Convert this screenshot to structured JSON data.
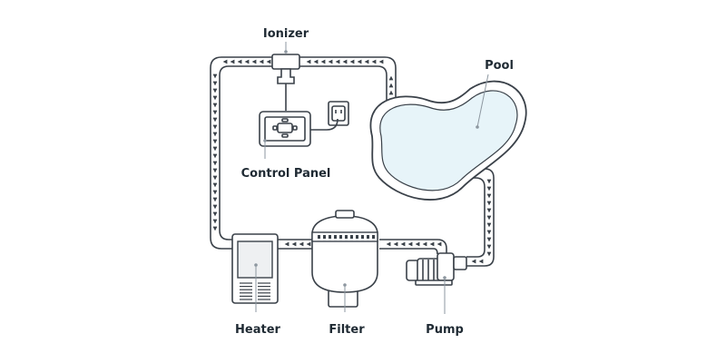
{
  "diagram": {
    "labels": {
      "ionizer": "Ionizer",
      "control_panel": "Control Panel",
      "pool": "Pool",
      "heater": "Heater",
      "filter": "Filter",
      "pump": "Pump"
    },
    "colors": {
      "ink": "#3a4149",
      "pool_water": "#e7f4f9",
      "equipment_window": "#eef0f2",
      "leader": "#8d97a0"
    },
    "flow_marker": "arrowhead"
  }
}
